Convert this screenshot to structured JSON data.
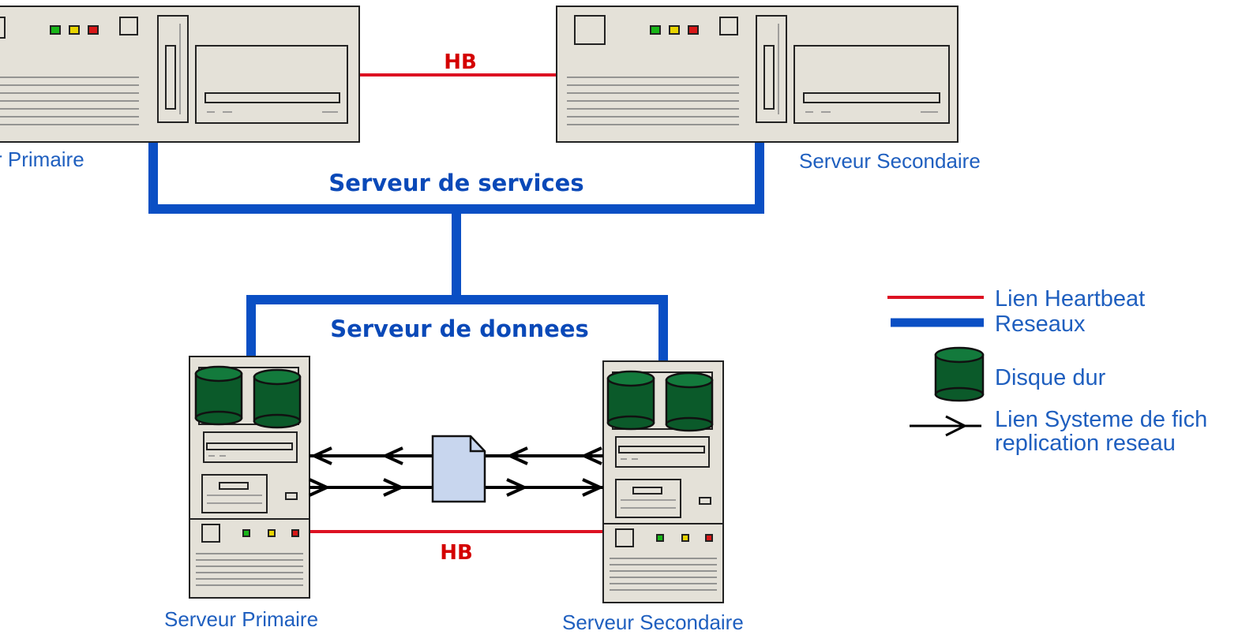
{
  "colors": {
    "heartbeat": "#dd1122",
    "network": "#0a4fc4",
    "disk": "#137a3c",
    "disk_dark": "#0b5a2a",
    "server_body": "#e4e1d8",
    "file_fill": "#c8d6ee",
    "text_blue": "#1f5fbf",
    "led_green": "#19b619",
    "led_yellow": "#e8d400",
    "led_red": "#d81818"
  },
  "labels": {
    "top_hb": "HB",
    "bottom_hb": "HB",
    "services": "Serveur de services",
    "data": "Serveur de donnees",
    "top_primary": "r Primaire",
    "top_secondary": "Serveur Secondaire",
    "bottom_primary": "Serveur Primaire",
    "bottom_secondary": "Serveur Secondaire"
  },
  "legend": {
    "heartbeat": "Lien Heartbeat",
    "network": "Reseaux",
    "disk": "Disque dur",
    "replication_line1": "Lien Systeme de fich",
    "replication_line2": "replication reseau"
  }
}
